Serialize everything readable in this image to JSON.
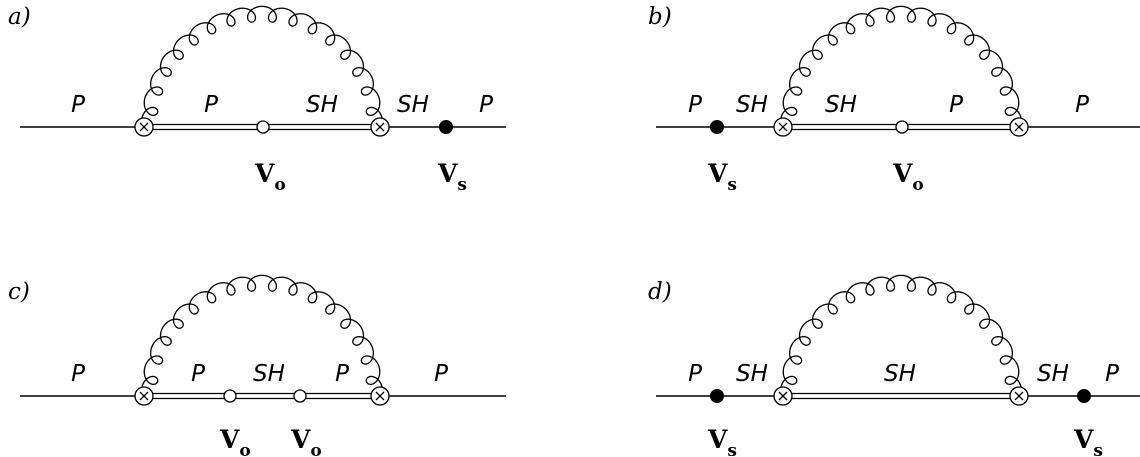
{
  "diagrams": [
    {
      "label": "a)",
      "line_labels": [
        "P",
        "P",
        "SH",
        "SH",
        "P"
      ],
      "vertices": [
        {
          "kind": "open",
          "main": "V",
          "sub": "o"
        },
        {
          "kind": "filled",
          "main": "V",
          "sub": "s"
        }
      ]
    },
    {
      "label": "b)",
      "line_labels": [
        "P",
        "SH",
        "SH",
        "P",
        "P"
      ],
      "vertices": [
        {
          "kind": "filled",
          "main": "V",
          "sub": "s"
        },
        {
          "kind": "open",
          "main": "V",
          "sub": "o"
        }
      ]
    },
    {
      "label": "c)",
      "line_labels": [
        "P",
        "P",
        "SH",
        "P",
        "P"
      ],
      "vertices": [
        {
          "kind": "open",
          "main": "V",
          "sub": "o"
        },
        {
          "kind": "open",
          "main": "V",
          "sub": "o"
        }
      ]
    },
    {
      "label": "d)",
      "line_labels": [
        "P",
        "SH",
        "SH",
        "SH",
        "P"
      ],
      "vertices": [
        {
          "kind": "filled",
          "main": "V",
          "sub": "s"
        },
        {
          "kind": "filled",
          "main": "V",
          "sub": "s"
        }
      ]
    }
  ]
}
